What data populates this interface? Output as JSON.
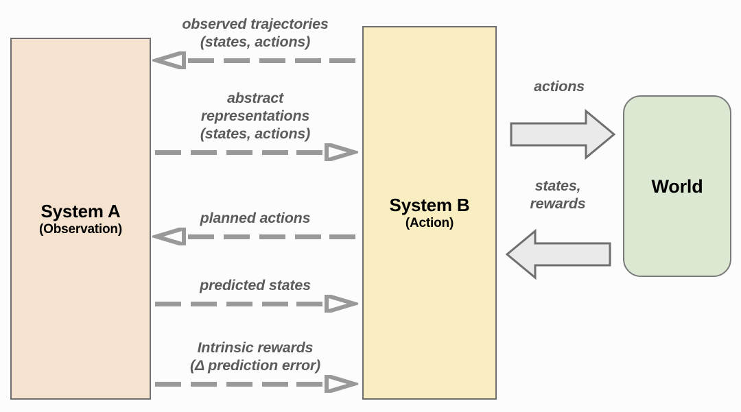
{
  "diagram": {
    "title": "System A / System B / World agent architecture",
    "background_color": "#fcfcfc",
    "label_color": "#5b5b5b",
    "arrow_color": "#999999",
    "block_arrow_fill": "#eaeaea",
    "block_arrow_stroke": "#6f6f6f"
  },
  "nodes": {
    "system_a": {
      "title": "System A",
      "subtitle": "(Observation)",
      "fill": "#f5e3d0",
      "stroke": "#6f6f6f"
    },
    "system_b": {
      "title": "System B",
      "subtitle": "(Action)",
      "fill": "#f8eec2",
      "stroke": "#6f6f6f"
    },
    "world": {
      "title": "World",
      "subtitle": "",
      "fill": "#dde8d2",
      "stroke": "#7a7a7a"
    }
  },
  "flows": [
    {
      "id": "observed-trajectories",
      "label": "observed trajectories\n(states, actions)",
      "direction": "left",
      "from": "System B",
      "to": "System A",
      "style": "dashed-open-arrow"
    },
    {
      "id": "abstract-representations",
      "label": "abstract\nrepresentations\n(states, actions)",
      "direction": "right",
      "from": "System A",
      "to": "System B",
      "style": "dashed-open-arrow"
    },
    {
      "id": "planned-actions",
      "label": "planned actions",
      "direction": "left",
      "from": "System B",
      "to": "System A",
      "style": "dashed-open-arrow"
    },
    {
      "id": "predicted-states",
      "label": "predicted states",
      "direction": "right",
      "from": "System A",
      "to": "System B",
      "style": "dashed-open-arrow"
    },
    {
      "id": "intrinsic-rewards",
      "label": "Intrinsic rewards\n(Δ prediction error)",
      "direction": "right",
      "from": "System A",
      "to": "System B",
      "style": "dashed-open-arrow"
    }
  ],
  "world_flows": [
    {
      "id": "actions",
      "label": "actions",
      "direction": "right",
      "from": "System B",
      "to": "World",
      "style": "block-arrow"
    },
    {
      "id": "states-rewards",
      "label": "states,\nrewards",
      "direction": "left",
      "from": "World",
      "to": "System B",
      "style": "block-arrow"
    }
  ]
}
